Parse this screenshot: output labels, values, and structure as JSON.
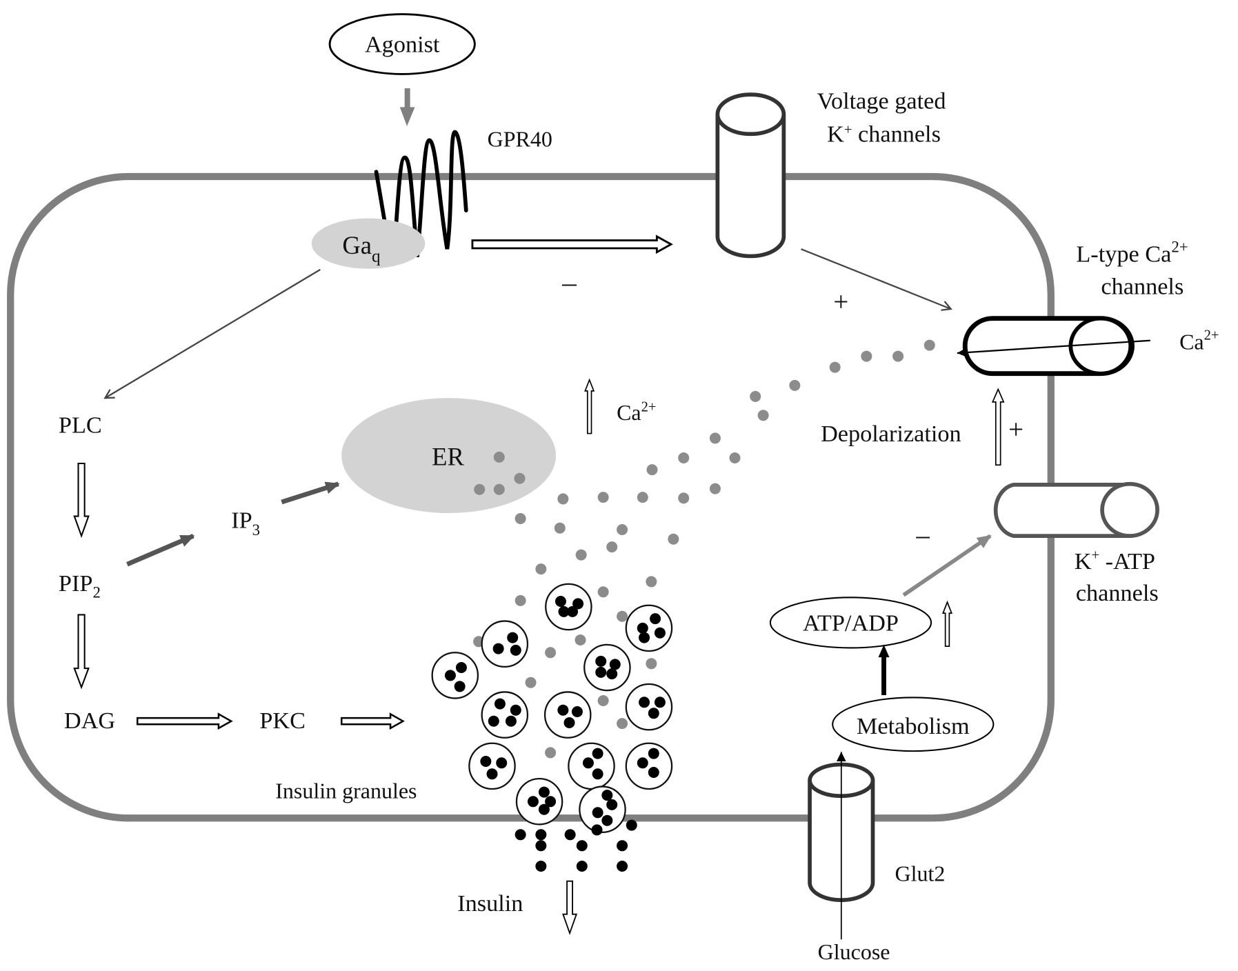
{
  "diagram": {
    "title": "GPR40 signaling and insulin secretion in beta cell",
    "colors": {
      "membrane": "#7f7f7f",
      "calcium_dot": "#8c8c8c",
      "organelle_fill": "#d3d3d3",
      "insulin_dot": "#000000",
      "arrow_dark": "#444444",
      "arrow_gray": "#888888"
    },
    "labels": {
      "agonist": "Agonist",
      "gpr40": "GPR40",
      "gaq_main": "Ga",
      "gaq_sub": "q",
      "vg_k_line1": "Voltage gated",
      "vg_k_line2_base": "K",
      "vg_k_line2_sup": "+",
      "vg_k_line2_rest": " channels",
      "ltype_line1_base": "L-type Ca",
      "ltype_line1_sup": "2+",
      "ltype_line2": "channels",
      "ca_ext_base": "Ca",
      "ca_ext_sup": "2+",
      "plc": "PLC",
      "pip2_base": "PIP",
      "pip2_sub": "2",
      "ip3_base": "IP",
      "ip3_sub": "3",
      "er": "ER",
      "ca_er_base": "Ca",
      "ca_er_sup": "2+",
      "dag": "DAG",
      "pkc": "PKC",
      "insulin_granules": "Insulin granules",
      "insulin": "Insulin",
      "depolarization": "Depolarization",
      "katp_line1_base": "K",
      "katp_line1_sup": "+",
      "katp_line1_rest": " -ATP",
      "katp_line2": "channels",
      "atp_adp": "ATP/ADP",
      "metabolism": "Metabolism",
      "glut2": "Glut2",
      "glucose": "Glucose",
      "sign_minus": "–",
      "sign_plus": "+"
    }
  }
}
